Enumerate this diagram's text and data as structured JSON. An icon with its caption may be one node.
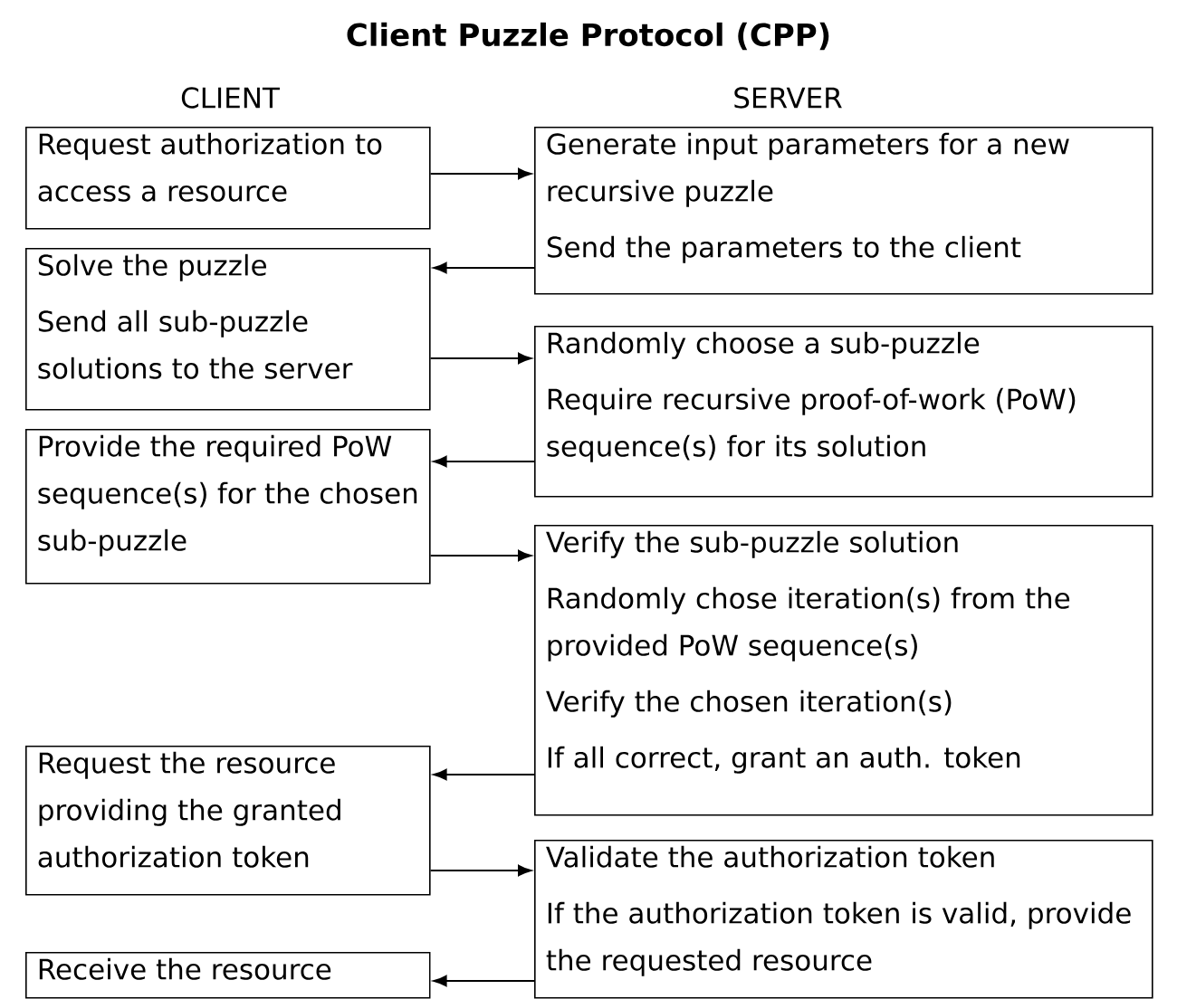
{
  "diagram": {
    "title": "Client Puzzle Protocol (CPP)",
    "nodes": [
      {
        "text": [
          "Request authorization to access a resource"
        ]
      },
      {
        "text": [
          "Generate input parameters for a new recursive puzzle",
          "Send the parameters to the client"
        ]
      },
      {
        "text": [
          "Solve the puzzle",
          "Send all sub-puzzle solutions to the server"
        ]
      },
      {
        "text": [
          "Randomly choose a sub-puzzle",
          "Require recursive proof-of-work (PoW) sequence(s) for its solution"
        ]
      },
      {
        "text": [
          "Provide the required PoW sequence(s) for the chosen sub-puzzle"
        ]
      },
      {
        "text": [
          "Verify the sub-puzzle solution",
          "Randomly chose iteration(s) from the provided PoW sequence(s)",
          "Verify the chosen iteration(s)",
          "If all correct, grant an auth. token"
        ]
      },
      {
        "text": [
          "Request the resource providing the granted authorization token"
        ]
      },
      {
        "text": [
          "Validate the authorization token",
          "If the authorization token is valid, provide the requested resource"
        ]
      },
      {
        "text": [
          "Receive the resource"
        ]
      }
    ],
    "edges": [
      {
        "from": 0,
        "to": 1,
        "arrow": "to"
      },
      {
        "from": 1,
        "to": 2,
        "arrow": "to"
      },
      {
        "from": 2,
        "to": 3,
        "arrow": "to"
      },
      {
        "from": 3,
        "to": 4,
        "arrow": "to"
      },
      {
        "from": 4,
        "to": 5,
        "arrow": "to"
      },
      {
        "from": 5,
        "to": 6,
        "arrow": "to"
      },
      {
        "from": 6,
        "to": 7,
        "arrow": "to"
      },
      {
        "from": 7,
        "to": 8,
        "arrow": "to"
      }
    ],
    "labels": [
      "CLIENT",
      "SERVER"
    ]
  }
}
